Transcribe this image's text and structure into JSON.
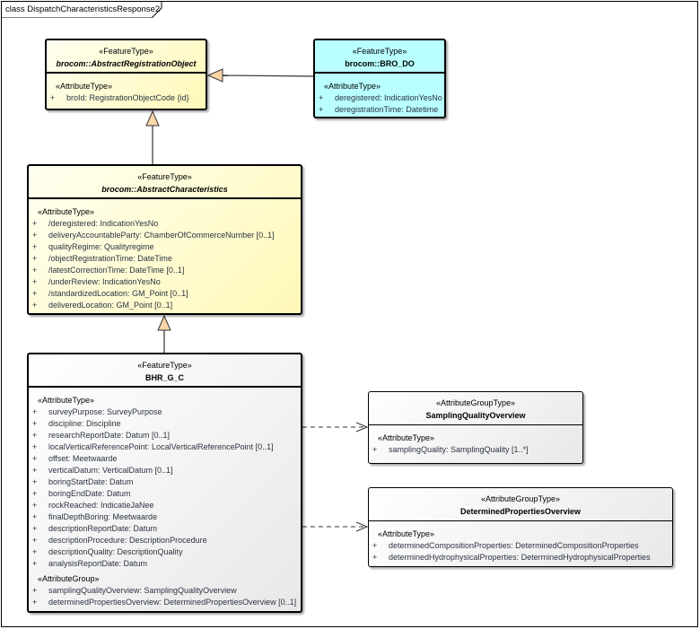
{
  "frame": {
    "title": "class DispatchCharacteristicsResponse2"
  },
  "classes": {
    "aro": {
      "stereotype": "«FeatureType»",
      "name": "brocom::AbstractRegistrationObject",
      "abstract": true,
      "color": "#fffbc8",
      "sections": [
        {
          "stereotype": "«AttributeType»",
          "rows": [
            {
              "vis": "+",
              "text": "broId: RegistrationObjectCode {id}"
            }
          ]
        }
      ]
    },
    "brodo": {
      "stereotype": "«FeatureType»",
      "name": "brocom::BRO_DO",
      "abstract": false,
      "color": "#b9ffff",
      "sections": [
        {
          "stereotype": "«AttributeType»",
          "rows": [
            {
              "vis": "+",
              "text": "deregistered: IndicationYesNo"
            },
            {
              "vis": "+",
              "text": "deregistrationTime: Datetime"
            }
          ]
        }
      ]
    },
    "ac": {
      "stereotype": "«FeatureType»",
      "name": "brocom::AbstractCharacteristics",
      "abstract": true,
      "color": "#fffbc8",
      "sections": [
        {
          "stereotype": "«AttributeType»",
          "rows": [
            {
              "vis": "+",
              "text": "/deregistered: IndicationYesNo"
            },
            {
              "vis": "+",
              "text": "deliveryAccountableParty: ChamberOfCommerceNumber [0..1]"
            },
            {
              "vis": "+",
              "text": "qualityRegime: Qualityregime"
            },
            {
              "vis": "+",
              "text": "/objectRegistrationTime: DateTime"
            },
            {
              "vis": "+",
              "text": "/latestCorrectionTime: DateTime [0..1]"
            },
            {
              "vis": "+",
              "text": "/underReview: IndicationYesNo"
            },
            {
              "vis": "+",
              "text": "/standardizedLocation: GM_Point [0..1]"
            },
            {
              "vis": "+",
              "text": "deliveredLocation: GM_Point [0..1]"
            }
          ]
        }
      ]
    },
    "bhr": {
      "stereotype": "«FeatureType»",
      "name": "BHR_G_C",
      "abstract": false,
      "sections": [
        {
          "stereotype": "«AttributeType»",
          "rows": [
            {
              "vis": "+",
              "text": "surveyPurpose: SurveyPurpose"
            },
            {
              "vis": "+",
              "text": "discipline: Discipline"
            },
            {
              "vis": "+",
              "text": "researchReportDate: Datum [0..1]"
            },
            {
              "vis": "+",
              "text": "localVerticalReferencePoint: LocalVerticalReferencePoint [0..1]"
            },
            {
              "vis": "+",
              "text": "offset: Meetwaarde"
            },
            {
              "vis": "+",
              "text": "verticalDatum: VerticalDatum [0..1]"
            },
            {
              "vis": "+",
              "text": "boringStartDate: Datum"
            },
            {
              "vis": "+",
              "text": "boringEndDate: Datum"
            },
            {
              "vis": "+",
              "text": "rockReached: IndicatieJaNee"
            },
            {
              "vis": "+",
              "text": "finalDepthBoring: Meetwaarde"
            },
            {
              "vis": "+",
              "text": "descriptionReportDate: Datum"
            },
            {
              "vis": "+",
              "text": "descriptionProcedure: DescriptionProcedure"
            },
            {
              "vis": "+",
              "text": "descriptionQuality: DescriptionQuality"
            },
            {
              "vis": "+",
              "text": "analysisReportDate: Datum"
            }
          ]
        },
        {
          "stereotype": "«AttributeGroup»",
          "rows": [
            {
              "vis": "+",
              "text": "samplingQualityOverview: SamplingQualityOverview"
            },
            {
              "vis": "+",
              "text": "determinedPropertiesOverview: DeterminedPropertiesOverview [0..1]"
            }
          ]
        }
      ]
    },
    "sqo": {
      "stereotype": "«AttributeGroupType»",
      "name": "SamplingQualityOverview",
      "abstract": false,
      "sections": [
        {
          "stereotype": "«AttributeType»",
          "rows": [
            {
              "vis": "+",
              "text": "samplingQuality: SamplingQuality [1..*]"
            }
          ]
        }
      ]
    },
    "dpo": {
      "stereotype": "«AttributeGroupType»",
      "name": "DeterminedPropertiesOverview",
      "abstract": false,
      "sections": [
        {
          "stereotype": "«AttributeType»",
          "rows": [
            {
              "vis": "+",
              "text": "determinedCompositionProperties: DeterminedCompositionProperties"
            },
            {
              "vis": "+",
              "text": "determinedHydrophysicalProperties: DeterminedHydrophysicalProperties"
            }
          ]
        }
      ]
    }
  },
  "relations": [
    {
      "type": "generalization",
      "from": "brocom::BRO_DO",
      "to": "brocom::AbstractRegistrationObject"
    },
    {
      "type": "generalization",
      "from": "brocom::AbstractCharacteristics",
      "to": "brocom::AbstractRegistrationObject"
    },
    {
      "type": "generalization",
      "from": "BHR_G_C",
      "to": "brocom::AbstractCharacteristics"
    },
    {
      "type": "dependency",
      "from": "BHR_G_C",
      "to": "SamplingQualityOverview"
    },
    {
      "type": "dependency",
      "from": "BHR_G_C",
      "to": "DeterminedPropertiesOverview"
    }
  ]
}
